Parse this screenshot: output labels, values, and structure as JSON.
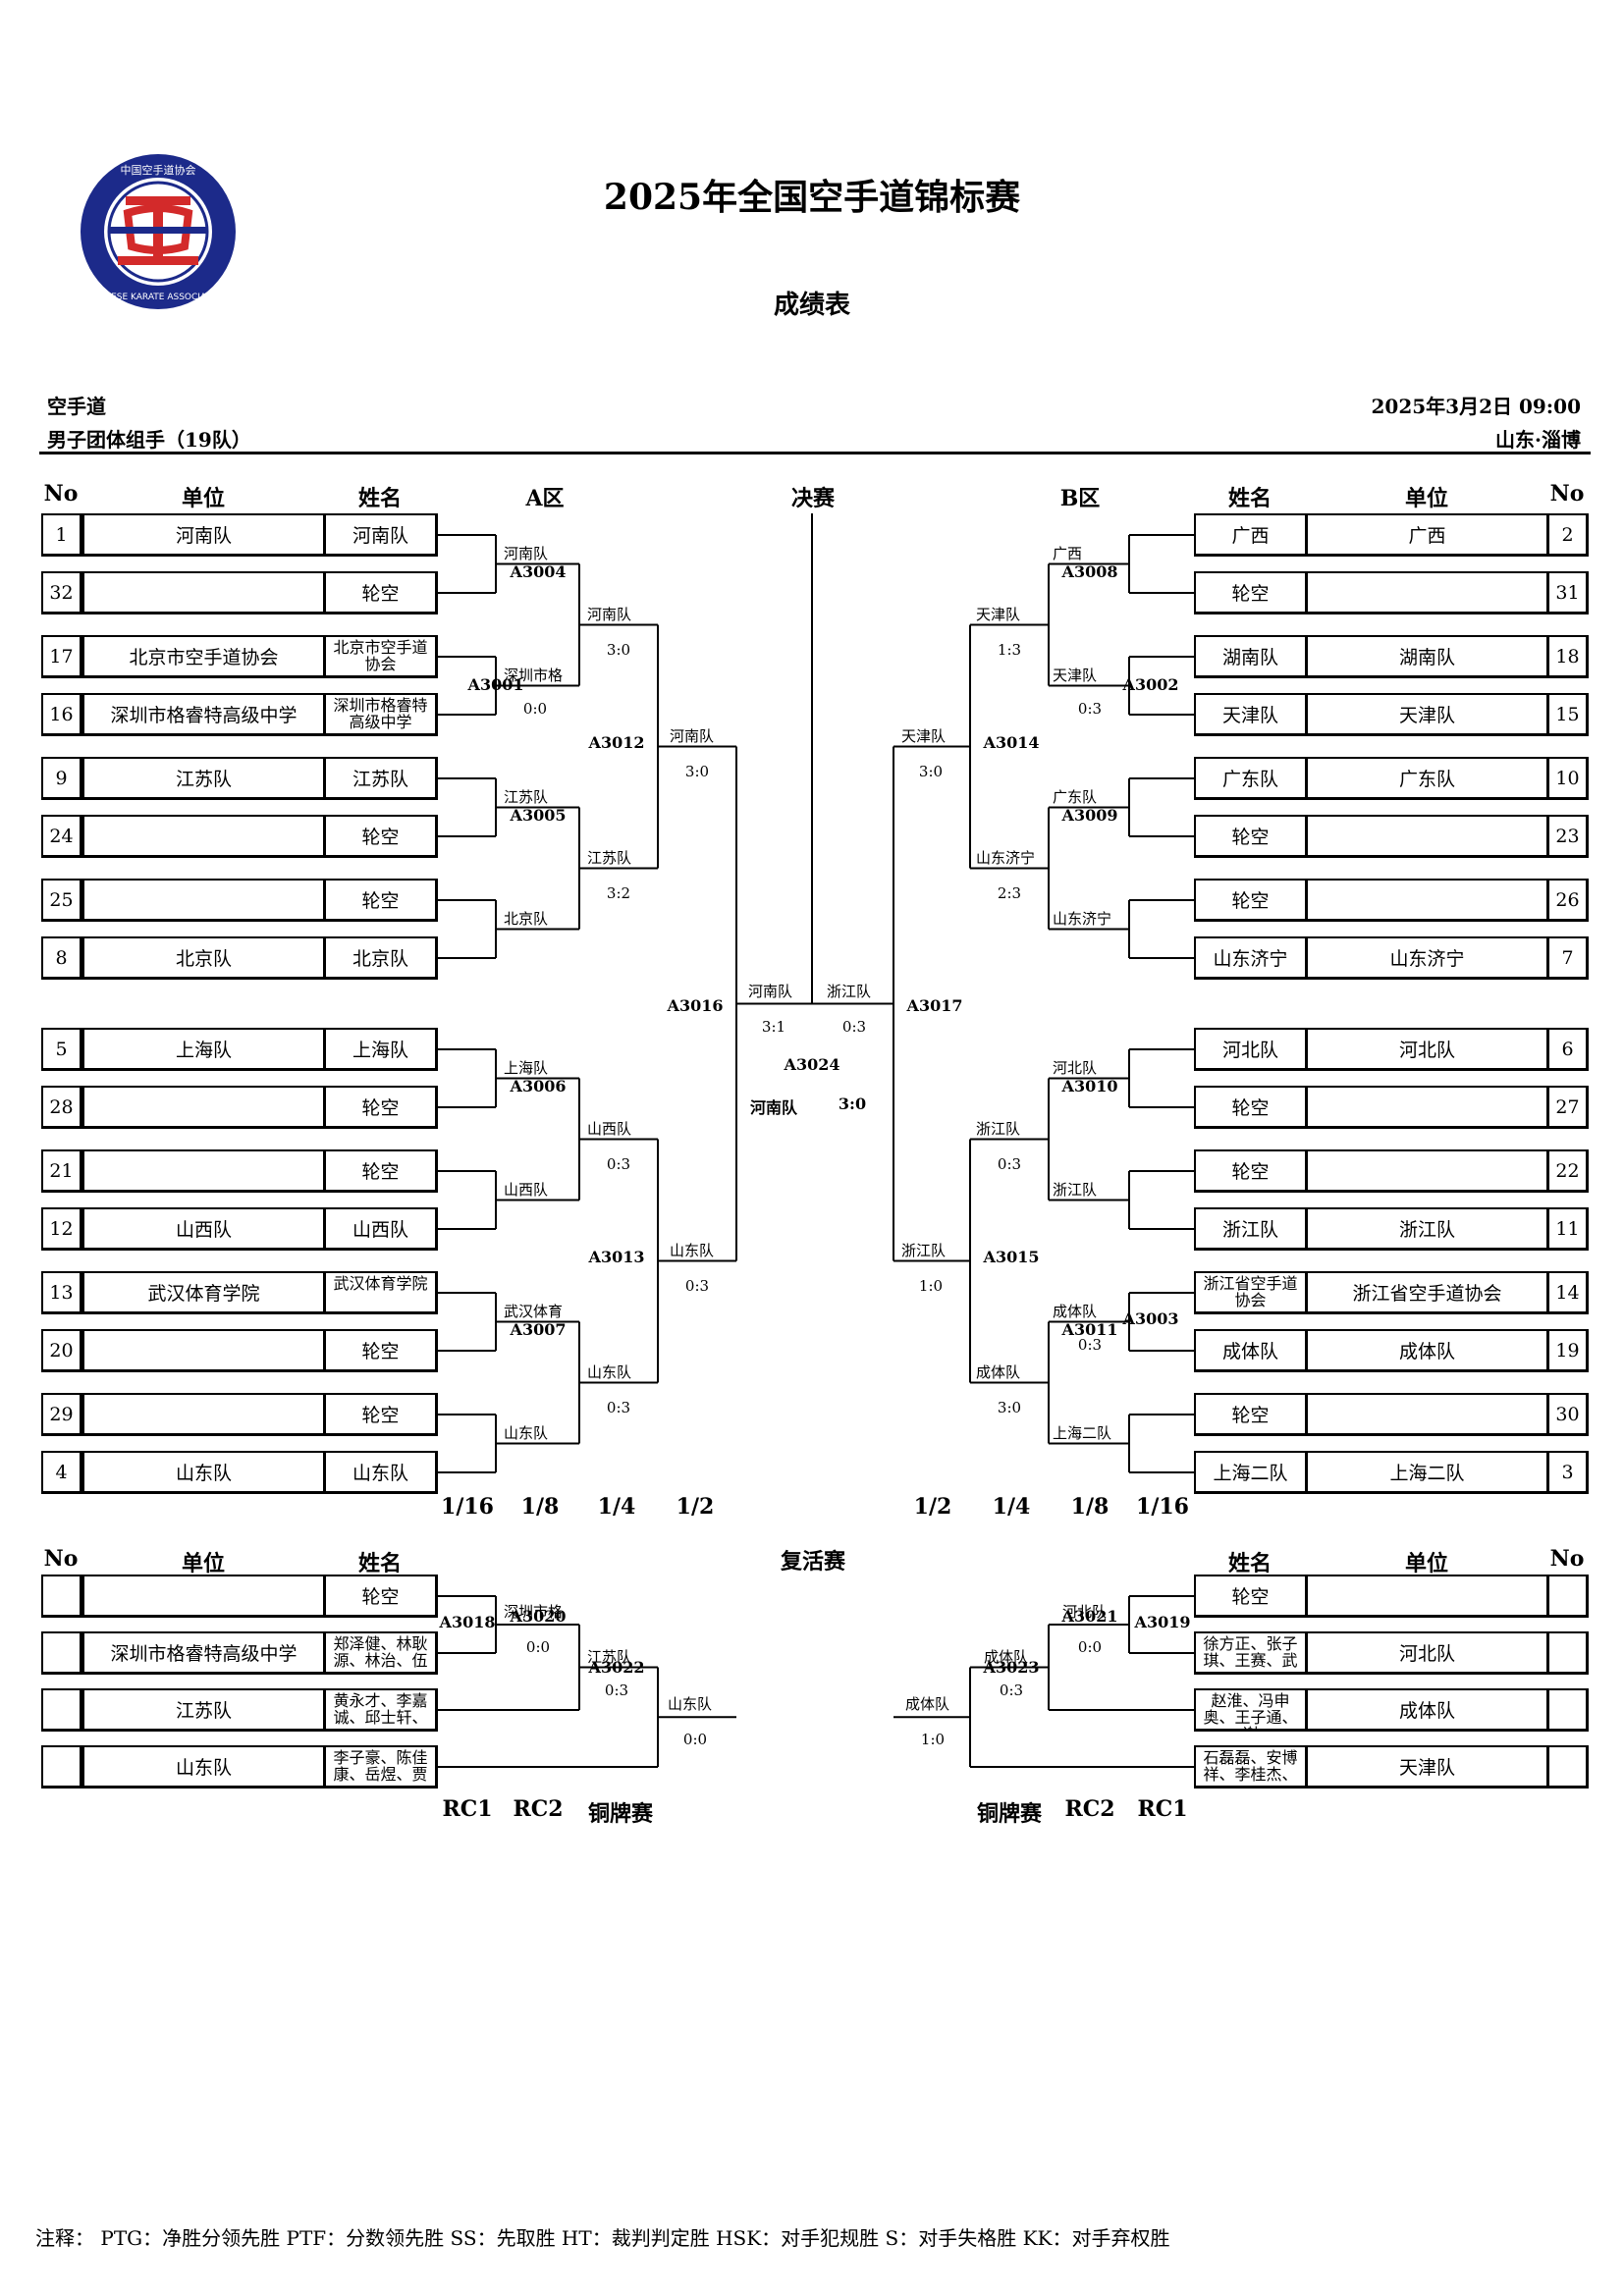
{
  "header": {
    "title": "2025年全国空手道锦标赛",
    "subtitle": "成绩表",
    "sport": "空手道",
    "event": "男子团体组手（19队）",
    "datetime": "2025年3月2日 09:00",
    "location": "山东·淄博"
  },
  "logo": {
    "ring_text_top": "中国空手道协会",
    "ring_text_bottom": "CHINESE KARATE ASSOCIATION",
    "mark": "空"
  },
  "columns": {
    "no": "No",
    "unit": "单位",
    "name": "姓名",
    "zone_a": "A区",
    "final": "决赛",
    "zone_b": "B区",
    "repechage": "复活赛"
  },
  "rounds_left": [
    "1/16",
    "1/8",
    "1/4",
    "1/2"
  ],
  "rounds_right": [
    "1/2",
    "1/4",
    "1/8",
    "1/16"
  ],
  "rep_rounds_left": [
    "RC1",
    "RC2",
    "铜牌赛"
  ],
  "rep_rounds_right": [
    "铜牌赛",
    "RC2",
    "RC1"
  ],
  "entries_left": [
    {
      "no": "1",
      "unit": "河南队",
      "name": "河南队"
    },
    {
      "no": "32",
      "unit": "",
      "name": "轮空"
    },
    {
      "no": "17",
      "unit": "北京市空手道协会",
      "name": "北京市空手道协会"
    },
    {
      "no": "16",
      "unit": "深圳市格睿特高级中学",
      "name": "深圳市格睿特高级中学"
    },
    {
      "no": "9",
      "unit": "江苏队",
      "name": "江苏队"
    },
    {
      "no": "24",
      "unit": "",
      "name": "轮空"
    },
    {
      "no": "25",
      "unit": "",
      "name": "轮空"
    },
    {
      "no": "8",
      "unit": "北京队",
      "name": "北京队"
    },
    {
      "no": "5",
      "unit": "上海队",
      "name": "上海队"
    },
    {
      "no": "28",
      "unit": "",
      "name": "轮空"
    },
    {
      "no": "21",
      "unit": "",
      "name": "轮空"
    },
    {
      "no": "12",
      "unit": "山西队",
      "name": "山西队"
    },
    {
      "no": "13",
      "unit": "武汉体育学院",
      "name": "武汉体育学院"
    },
    {
      "no": "20",
      "unit": "",
      "name": "轮空"
    },
    {
      "no": "29",
      "unit": "",
      "name": "轮空"
    },
    {
      "no": "4",
      "unit": "山东队",
      "name": "山东队"
    }
  ],
  "entries_right": [
    {
      "no": "2",
      "unit": "广西",
      "name": "广西"
    },
    {
      "no": "31",
      "unit": "",
      "name": "轮空"
    },
    {
      "no": "18",
      "unit": "湖南队",
      "name": "湖南队"
    },
    {
      "no": "15",
      "unit": "天津队",
      "name": "天津队"
    },
    {
      "no": "10",
      "unit": "广东队",
      "name": "广东队"
    },
    {
      "no": "23",
      "unit": "",
      "name": "轮空"
    },
    {
      "no": "26",
      "unit": "",
      "name": "轮空"
    },
    {
      "no": "7",
      "unit": "山东济宁",
      "name": "山东济宁"
    },
    {
      "no": "6",
      "unit": "河北队",
      "name": "河北队"
    },
    {
      "no": "27",
      "unit": "",
      "name": "轮空"
    },
    {
      "no": "22",
      "unit": "",
      "name": "轮空"
    },
    {
      "no": "11",
      "unit": "浙江队",
      "name": "浙江队"
    },
    {
      "no": "14",
      "unit": "浙江省空手道协会",
      "name": "浙江省空手道协会"
    },
    {
      "no": "19",
      "unit": "成体队",
      "name": "成体队"
    },
    {
      "no": "30",
      "unit": "",
      "name": "轮空"
    },
    {
      "no": "3",
      "unit": "上海二队",
      "name": "上海二队"
    }
  ],
  "bracket_labels": {
    "l_r1_0": "河南队",
    "l_r1_1": "深圳市格",
    "l_r1_1s": "0:0",
    "l_r1_2": "江苏队",
    "l_r1_3": "北京队",
    "l_r1_4": "上海队",
    "l_r1_5": "山西队",
    "l_r1_6": "武汉体育",
    "l_r1_7": "山东队",
    "l_r2_0": "河南队",
    "l_r2_0s": "3:0",
    "l_r2_1": "江苏队",
    "l_r2_1s": "3:2",
    "l_r2_2": "山西队",
    "l_r2_2s": "0:3",
    "l_r2_3": "山东队",
    "l_r2_3s": "0:3",
    "l_r3_0": "河南队",
    "l_r3_0s": "3:0",
    "l_r3_1": "山东队",
    "l_r3_1s": "0:3",
    "l_r4": "河南队",
    "l_r4s": "3:1",
    "r_r1_0": "广西",
    "r_r1_1": "天津队",
    "r_r1_1s": "0:3",
    "r_r1_2": "广东队",
    "r_r1_3": "山东济宁",
    "r_r1_4": "河北队",
    "r_r1_5": "浙江队",
    "r_r1_6": "成体队",
    "r_r1_6s": "0:3",
    "r_r1_7": "上海二队",
    "r_r2_0": "天津队",
    "r_r2_0s": "1:3",
    "r_r2_1": "山东济宁",
    "r_r2_1s": "2:3",
    "r_r2_2": "浙江队",
    "r_r2_2s": "0:3",
    "r_r2_3": "成体队",
    "r_r2_3s": "3:0",
    "r_r3_0": "天津队",
    "r_r3_0s": "3:0",
    "r_r3_1": "浙江队",
    "r_r3_1s": "1:0",
    "r_r4": "浙江队",
    "r_r4s": "0:3",
    "winner": "河南队",
    "winner_score": "3:0"
  },
  "match_codes": {
    "A3001": "A3001",
    "A3002": "A3002",
    "A3003": "A3003",
    "A3004": "A3004",
    "A3005": "A3005",
    "A3006": "A3006",
    "A3007": "A3007",
    "A3008": "A3008",
    "A3009": "A3009",
    "A3010": "A3010",
    "A3011": "A3011",
    "A3012": "A3012",
    "A3013": "A3013",
    "A3014": "A3014",
    "A3015": "A3015",
    "A3016": "A3016",
    "A3017": "A3017",
    "A3018": "A3018",
    "A3019": "A3019",
    "A3020": "A3020",
    "A3021": "A3021",
    "A3022": "A3022",
    "A3023": "A3023",
    "A3024": "A3024"
  },
  "rep_left": [
    {
      "unit": "",
      "name": "轮空"
    },
    {
      "unit": "深圳市格睿特高级中学",
      "name": "郑泽健、林耿源、林治、伍"
    },
    {
      "unit": "江苏队",
      "name": "黄永才、李嘉诚、邱士轩、"
    },
    {
      "unit": "山东队",
      "name": "李子豪、陈佳康、岳煜、贾"
    }
  ],
  "rep_right": [
    {
      "unit": "",
      "name": "轮空"
    },
    {
      "unit": "河北队",
      "name": "徐方正、张子琪、王赛、武"
    },
    {
      "unit": "成体队",
      "name": "赵淮、冯申奥、王子通、谢"
    },
    {
      "unit": "天津队",
      "name": "石磊磊、安博祥、李桂杰、"
    }
  ],
  "rep_labels": {
    "l1": "深圳市格",
    "l1s": "0:0",
    "l2": "江苏队",
    "l2s": "0:3",
    "l3": "山东队",
    "l3s": "0:0",
    "r1": "河北队",
    "r1s": "0:0",
    "r2": "成体队",
    "r2s": "0:3",
    "r3": "成体队",
    "r3s": "1:0"
  },
  "footer": "注释：        PTG：净胜分领先胜  PTF：分数领先胜  SS：先取胜  HT：裁判判定胜  HSK：对手犯规胜  S：对手失格胜  KK：对手弃权胜"
}
